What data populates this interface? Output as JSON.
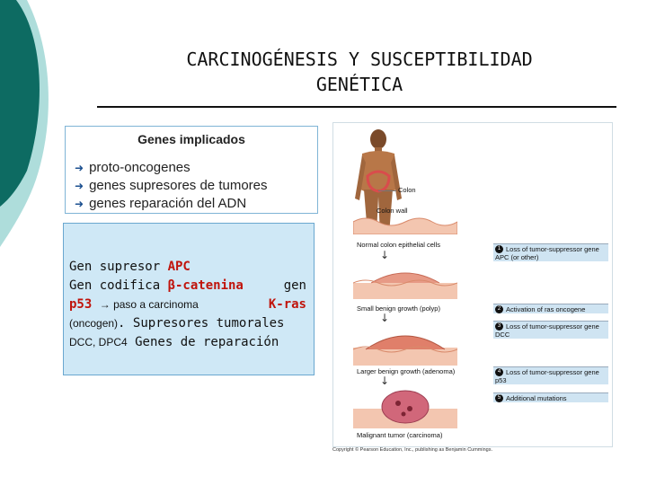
{
  "title": {
    "line1": "CARCINOGÉNESIS Y SUSCEPTIBILIDAD",
    "line2": "GENÉTICA"
  },
  "genes_box": {
    "heading": "Genes implicados",
    "items": [
      "proto-oncogenes",
      "genes supresores de tumores",
      "genes reparación del ADN"
    ]
  },
  "note_box": {
    "l1_a": "Gen supresor ",
    "l1_b": "APC",
    "l2_a": "Gen codifica ",
    "l2_b": "β-catenina",
    "l2_c": "gen",
    "l3_a": "p53",
    "l3_b": "→ paso a carcinoma",
    "l3_c": "K-ras",
    "l4_a": "(oncogen)",
    "l4_b": ". Supresores tumorales",
    "l5_a": "DCC, DPC4",
    "l5_b": " Genes de reparación"
  },
  "figure": {
    "colon_label": "Colon",
    "colon_wall_label": "Colon wall",
    "stage1": "Normal colon epithelial cells",
    "stage2": "Small benign growth (polyp)",
    "stage3": "Larger benign growth (adenoma)",
    "stage4": "Malignant tumor (carcinoma)",
    "events": [
      {
        "num": "1",
        "text": "Loss of tumor-suppressor gene APC (or other)"
      },
      {
        "num": "2",
        "text": "Activation of ras oncogene"
      },
      {
        "num": "3",
        "text": "Loss of tumor-suppressor gene DCC"
      },
      {
        "num": "4",
        "text": "Loss of tumor-suppressor gene p53"
      },
      {
        "num": "5",
        "text": "Additional mutations"
      }
    ],
    "copyright": "Copyright © Pearson Education, Inc., publishing as Benjamin Cummings."
  },
  "colors": {
    "teal": "#0d6b62",
    "light_teal": "#8ccfcc",
    "note_bg": "#cfe8f6",
    "red_text": "#c0140c",
    "arrow_blue": "#1b4f8f"
  },
  "icons": {
    "bullet": "arrow-right-icon"
  }
}
